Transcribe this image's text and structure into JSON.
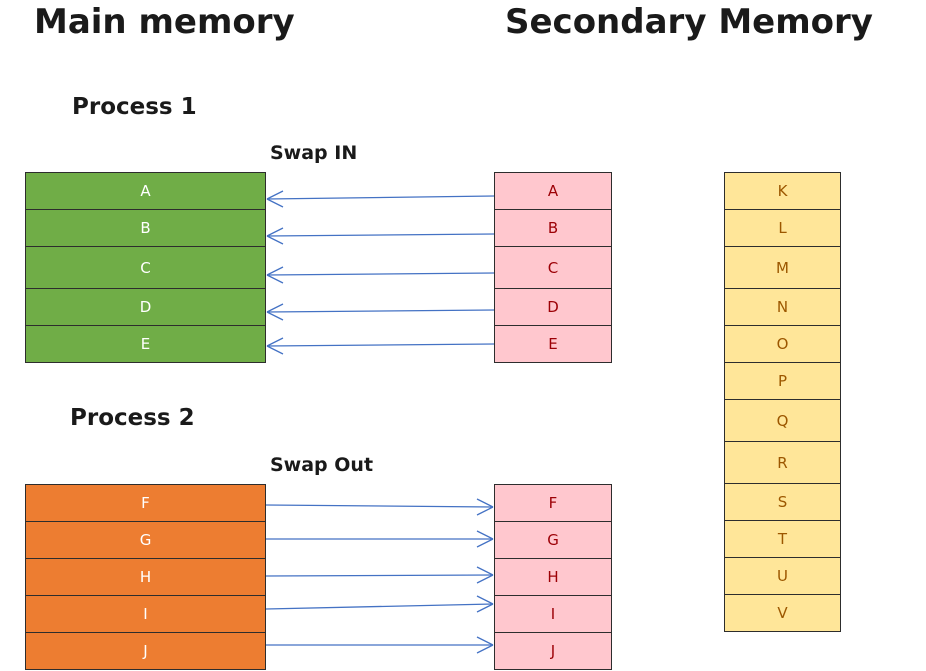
{
  "titles": {
    "main_memory": "Main memory",
    "secondary_memory": "Secondary Memory"
  },
  "process1": {
    "label": "Process 1",
    "swap_label": "Swap IN",
    "blocks": [
      "A",
      "B",
      "C",
      "D",
      "E"
    ],
    "color": "#70ad47"
  },
  "process2": {
    "label": "Process 2",
    "swap_label": "Swap Out",
    "blocks": [
      "F",
      "G",
      "H",
      "I",
      "J"
    ],
    "color": "#ed7d31"
  },
  "secondary": {
    "column_in": [
      "A",
      "B",
      "C",
      "D",
      "E"
    ],
    "column_out": [
      "F",
      "G",
      "H",
      "I",
      "J"
    ],
    "column_other": [
      "K",
      "L",
      "M",
      "N",
      "O",
      "P",
      "Q",
      "R",
      "S",
      "T",
      "U",
      "V"
    ],
    "colors": {
      "pink": "#ffc7ce",
      "yellow": "#ffe699",
      "arrow": "#4472c4"
    }
  }
}
